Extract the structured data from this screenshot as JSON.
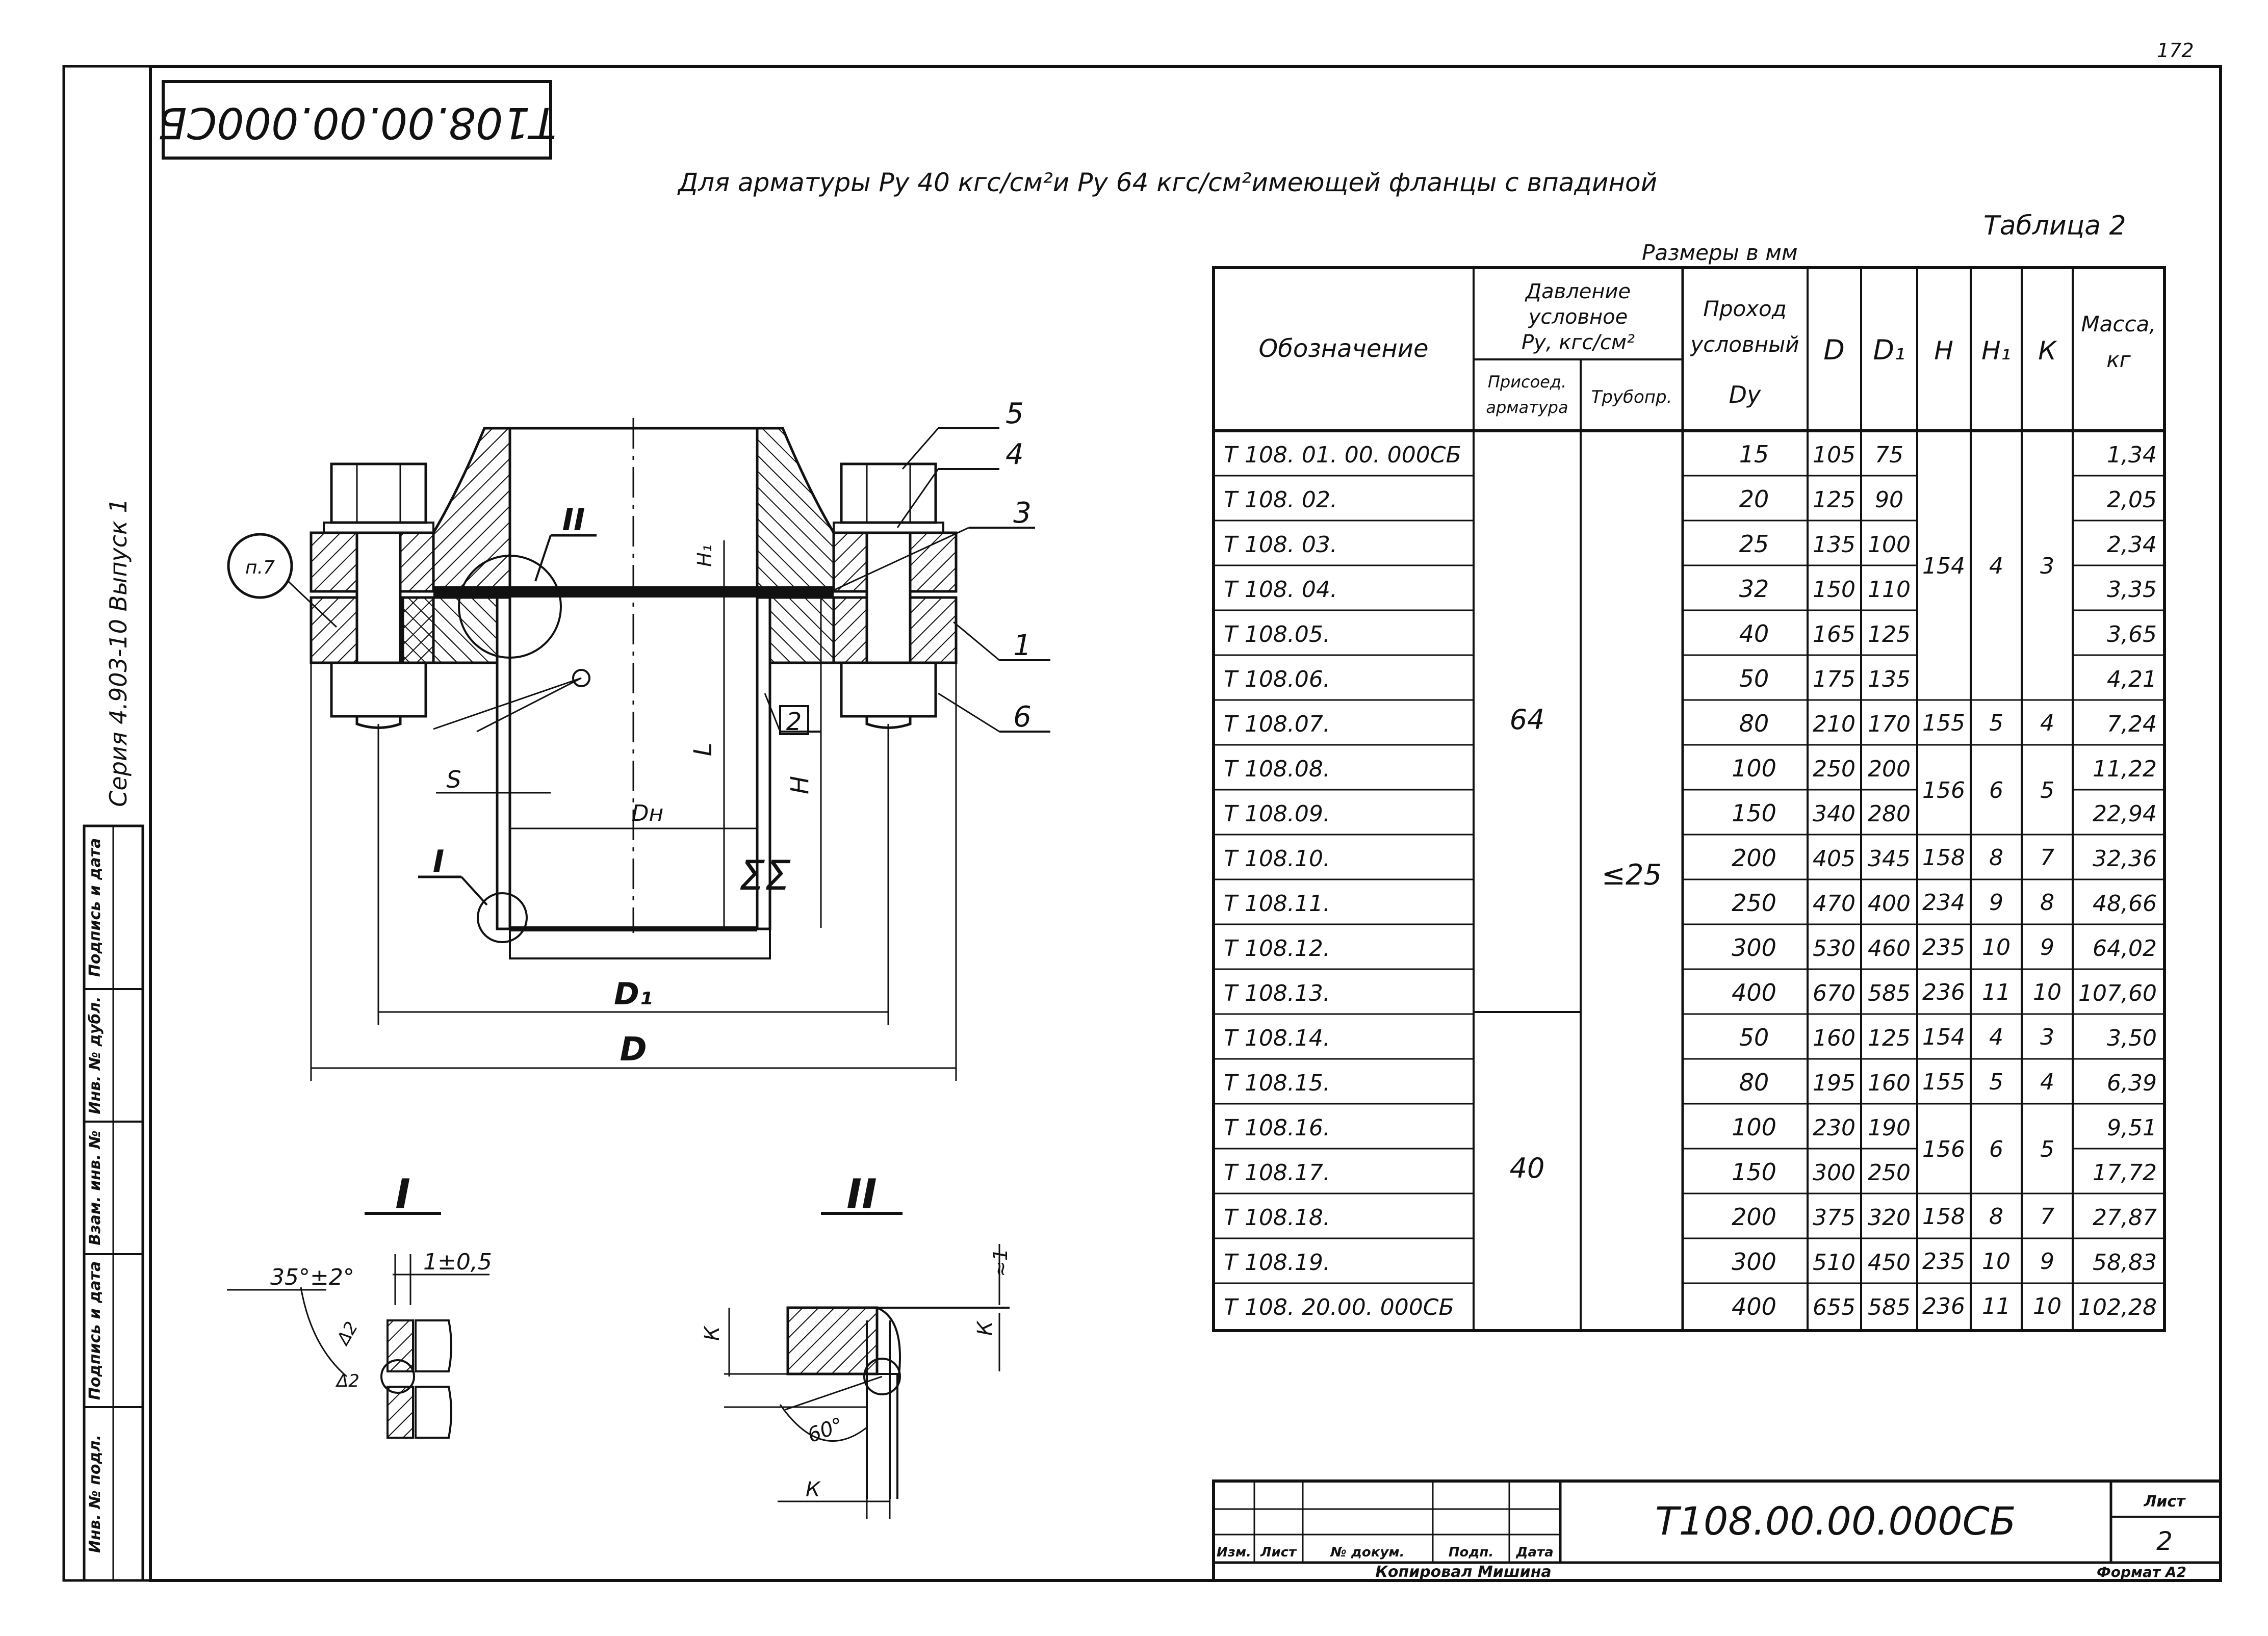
{
  "page_number": "172",
  "stamp_code_rotated": "Т108.00.00.000СБ",
  "title_line": "Для арматуры Ру 40 кгс/см²и Ру 64 кгс/см²имеющей фланцы с впадиной",
  "table_label": "Таблица 2",
  "units_note": "Размеры в мм",
  "side_series": "Серия 4.903-10   Выпуск 1",
  "table": {
    "col_designation": "Обозначение",
    "col_pressure_lines": [
      "Давление",
      "условное",
      "Ру, кгс/см²"
    ],
    "col_pressure_armature_lines": [
      "Присоед.",
      "арматура"
    ],
    "col_pressure_pipe": "Трубопр.",
    "col_passage_lines": [
      "Проход",
      "условный"
    ],
    "col_passage_sym": "Dу",
    "col_D": "D",
    "col_D1": "D₁",
    "col_H": "Н",
    "col_H1": "Н₁",
    "col_K": "К",
    "col_mass_lines": [
      "Масса,",
      "кг"
    ],
    "pressure_64": "64",
    "pressure_40": "40",
    "pressure_pipe": "≤25",
    "rows": [
      {
        "name": "Т 108. 01. 00. 000СБ",
        "dy": "15",
        "d": "105",
        "d1": "75",
        "m": "1,34"
      },
      {
        "name": "Т 108. 02.",
        "dy": "20",
        "d": "125",
        "d1": "90",
        "m": "2,05"
      },
      {
        "name": "Т 108. 03.",
        "dy": "25",
        "d": "135",
        "d1": "100",
        "m": "2,34"
      },
      {
        "name": "Т 108. 04.",
        "dy": "32",
        "d": "150",
        "d1": "110",
        "m": "3,35"
      },
      {
        "name": "Т 108.05.",
        "dy": "40",
        "d": "165",
        "d1": "125",
        "m": "3,65"
      },
      {
        "name": "Т 108.06.",
        "dy": "50",
        "d": "175",
        "d1": "135",
        "m": "4,21"
      },
      {
        "name": "Т 108.07.",
        "dy": "80",
        "d": "210",
        "d1": "170",
        "m": "7,24"
      },
      {
        "name": "Т 108.08.",
        "dy": "100",
        "d": "250",
        "d1": "200",
        "m": "11,22"
      },
      {
        "name": "Т 108.09.",
        "dy": "150",
        "d": "340",
        "d1": "280",
        "m": "22,94"
      },
      {
        "name": "Т 108.10.",
        "dy": "200",
        "d": "405",
        "d1": "345",
        "m": "32,36"
      },
      {
        "name": "Т 108.11.",
        "dy": "250",
        "d": "470",
        "d1": "400",
        "m": "48,66"
      },
      {
        "name": "Т 108.12.",
        "dy": "300",
        "d": "530",
        "d1": "460",
        "m": "64,02"
      },
      {
        "name": "Т 108.13.",
        "dy": "400",
        "d": "670",
        "d1": "585",
        "m": "107,60"
      },
      {
        "name": "Т 108.14.",
        "dy": "50",
        "d": "160",
        "d1": "125",
        "m": "3,50"
      },
      {
        "name": "Т 108.15.",
        "dy": "80",
        "d": "195",
        "d1": "160",
        "m": "6,39"
      },
      {
        "name": "Т 108.16.",
        "dy": "100",
        "d": "230",
        "d1": "190",
        "m": "9,51"
      },
      {
        "name": "Т 108.17.",
        "dy": "150",
        "d": "300",
        "d1": "250",
        "m": "17,72"
      },
      {
        "name": "Т 108.18.",
        "dy": "200",
        "d": "375",
        "d1": "320",
        "m": "27,87"
      },
      {
        "name": "Т 108.19.",
        "dy": "300",
        "d": "510",
        "d1": "450",
        "m": "58,83"
      },
      {
        "name": "Т 108. 20.00. 000СБ",
        "dy": "400",
        "d": "655",
        "d1": "585",
        "m": "102,28"
      }
    ],
    "h_groups": [
      {
        "h": "154",
        "h1": "4",
        "k": "3"
      },
      {
        "h": "155",
        "h1": "5",
        "k": "4"
      },
      {
        "h": "156",
        "h1": "6",
        "k": "5"
      },
      {
        "h": "158",
        "h1": "8",
        "k": "7"
      },
      {
        "h": "234",
        "h1": "9",
        "k": "8"
      },
      {
        "h": "235",
        "h1": "10",
        "k": "9"
      },
      {
        "h": "236",
        "h1": "11",
        "k": "10"
      },
      {
        "h": "154",
        "h1": "4",
        "k": "3"
      },
      {
        "h": "155",
        "h1": "5",
        "k": "4"
      },
      {
        "h": "156",
        "h1": "6",
        "k": "5"
      },
      {
        "h": "158",
        "h1": "8",
        "k": "7"
      },
      {
        "h": "235",
        "h1": "10",
        "k": "9"
      },
      {
        "h": "236",
        "h1": "11",
        "k": "10"
      }
    ]
  },
  "drawing": {
    "callouts": [
      "5",
      "4",
      "3",
      "1",
      "6",
      "2"
    ],
    "note_ref": "п.7",
    "section_I": "I",
    "section_II": "II",
    "dim_D": "D",
    "dim_D1": "D₁",
    "dim_Dn": "Dн",
    "dim_S": "S",
    "dim_L": "L",
    "dim_H": "H",
    "dim_H1": "H₁",
    "dim_K": "К",
    "weld_symbol": "ΣΣ",
    "angle_35": "35°±2°",
    "gap_1": "1±0,5",
    "weld_delta": "Δ2",
    "approx_1": "≈1",
    "angle_60": "60°"
  },
  "titleblock": {
    "code": "Т108.00.00.000СБ",
    "sheet_label": "Лист",
    "sheet_number": "2",
    "col_change": "Изм.",
    "col_sheet": "Лист",
    "col_doc": "№ докум.",
    "col_sign": "Подп.",
    "col_date": "Дата",
    "copied": "Копировал   Мишина",
    "format": "Формат А2"
  },
  "side_stamp": {
    "labels": [
      "Инв. № подл.",
      "Подпись и дата",
      "Взам. инв. №",
      "Инв. № дубл.",
      "Подпись и дата"
    ]
  }
}
